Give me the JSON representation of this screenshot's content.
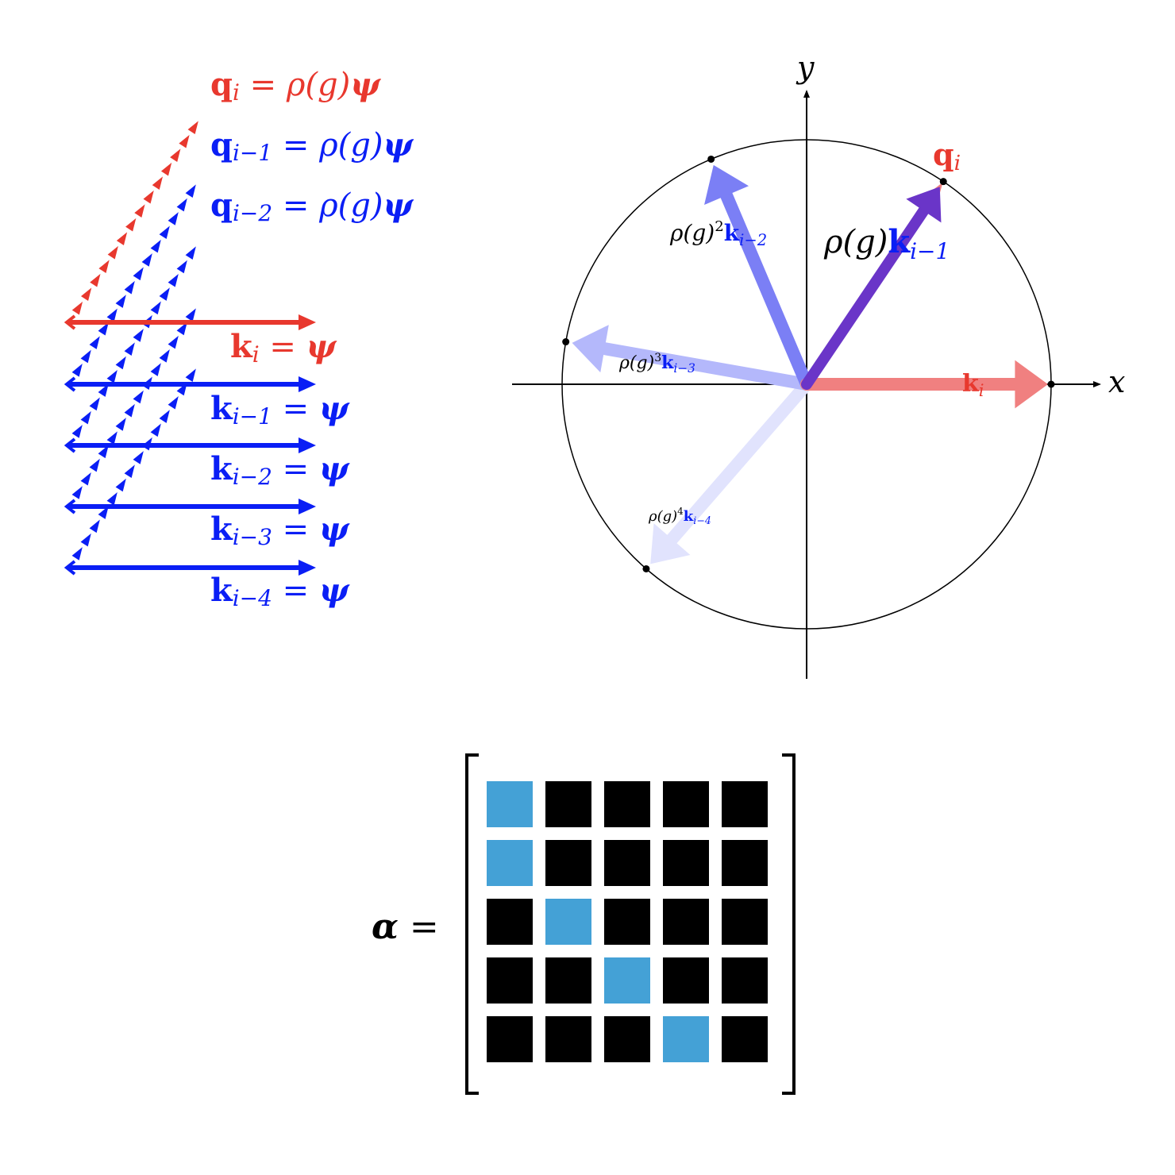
{
  "colors": {
    "red": "#e8382e",
    "blue": "#0a1ef5",
    "light_red": "#f08080",
    "blue_k2": "#7b7ff5",
    "blue_k3": "#b4b8fb",
    "blue_k4": "#e1e3fd",
    "dark_purple": "#6a35c8",
    "cell_highlight": "#44a1d6",
    "cell_default": "#000000"
  },
  "left_panel": {
    "q_labels": [
      {
        "base": "q",
        "sub": "i",
        "eq": " = ρ(g)",
        "psi": "ψ",
        "color": "red"
      },
      {
        "base": "q",
        "sub": "i−1",
        "eq": " = ρ(g)",
        "psi": "ψ",
        "color": "blue"
      },
      {
        "base": "q",
        "sub": "i−2",
        "eq": " = ρ(g)",
        "psi": "ψ",
        "color": "blue"
      }
    ],
    "k_labels": [
      {
        "base": "k",
        "sub": "i",
        "eq": " = ",
        "psi": "ψ",
        "color": "red"
      },
      {
        "base": "k",
        "sub": "i−1",
        "eq": " = ",
        "psi": "ψ",
        "color": "blue"
      },
      {
        "base": "k",
        "sub": "i−2",
        "eq": " = ",
        "psi": "ψ",
        "color": "blue"
      },
      {
        "base": "k",
        "sub": "i−3",
        "eq": " = ",
        "psi": "ψ",
        "color": "blue"
      },
      {
        "base": "k",
        "sub": "i−4",
        "eq": " = ",
        "psi": "ψ",
        "color": "blue"
      }
    ]
  },
  "circle_panel": {
    "x_axis_label": "x",
    "y_axis_label": "y",
    "q_label": {
      "base": "q",
      "sub": "i"
    },
    "k_label": {
      "base": "k",
      "sub": "i"
    },
    "rotated_labels": [
      {
        "prefix": "ρ(g)",
        "power": "",
        "base": "k",
        "sub": "i−1"
      },
      {
        "prefix": "ρ(g)",
        "power": "2",
        "base": "k",
        "sub": "i−2"
      },
      {
        "prefix": "ρ(g)",
        "power": "3",
        "base": "k",
        "sub": "i−3"
      },
      {
        "prefix": "ρ(g)",
        "power": "4",
        "base": "k",
        "sub": "i−4"
      }
    ]
  },
  "matrix_panel": {
    "label": "α",
    "equals": " =",
    "rows": 5,
    "cols": 5,
    "highlight": [
      [
        0,
        0
      ],
      [
        1,
        0
      ],
      [
        2,
        1
      ],
      [
        3,
        2
      ],
      [
        4,
        3
      ]
    ]
  }
}
